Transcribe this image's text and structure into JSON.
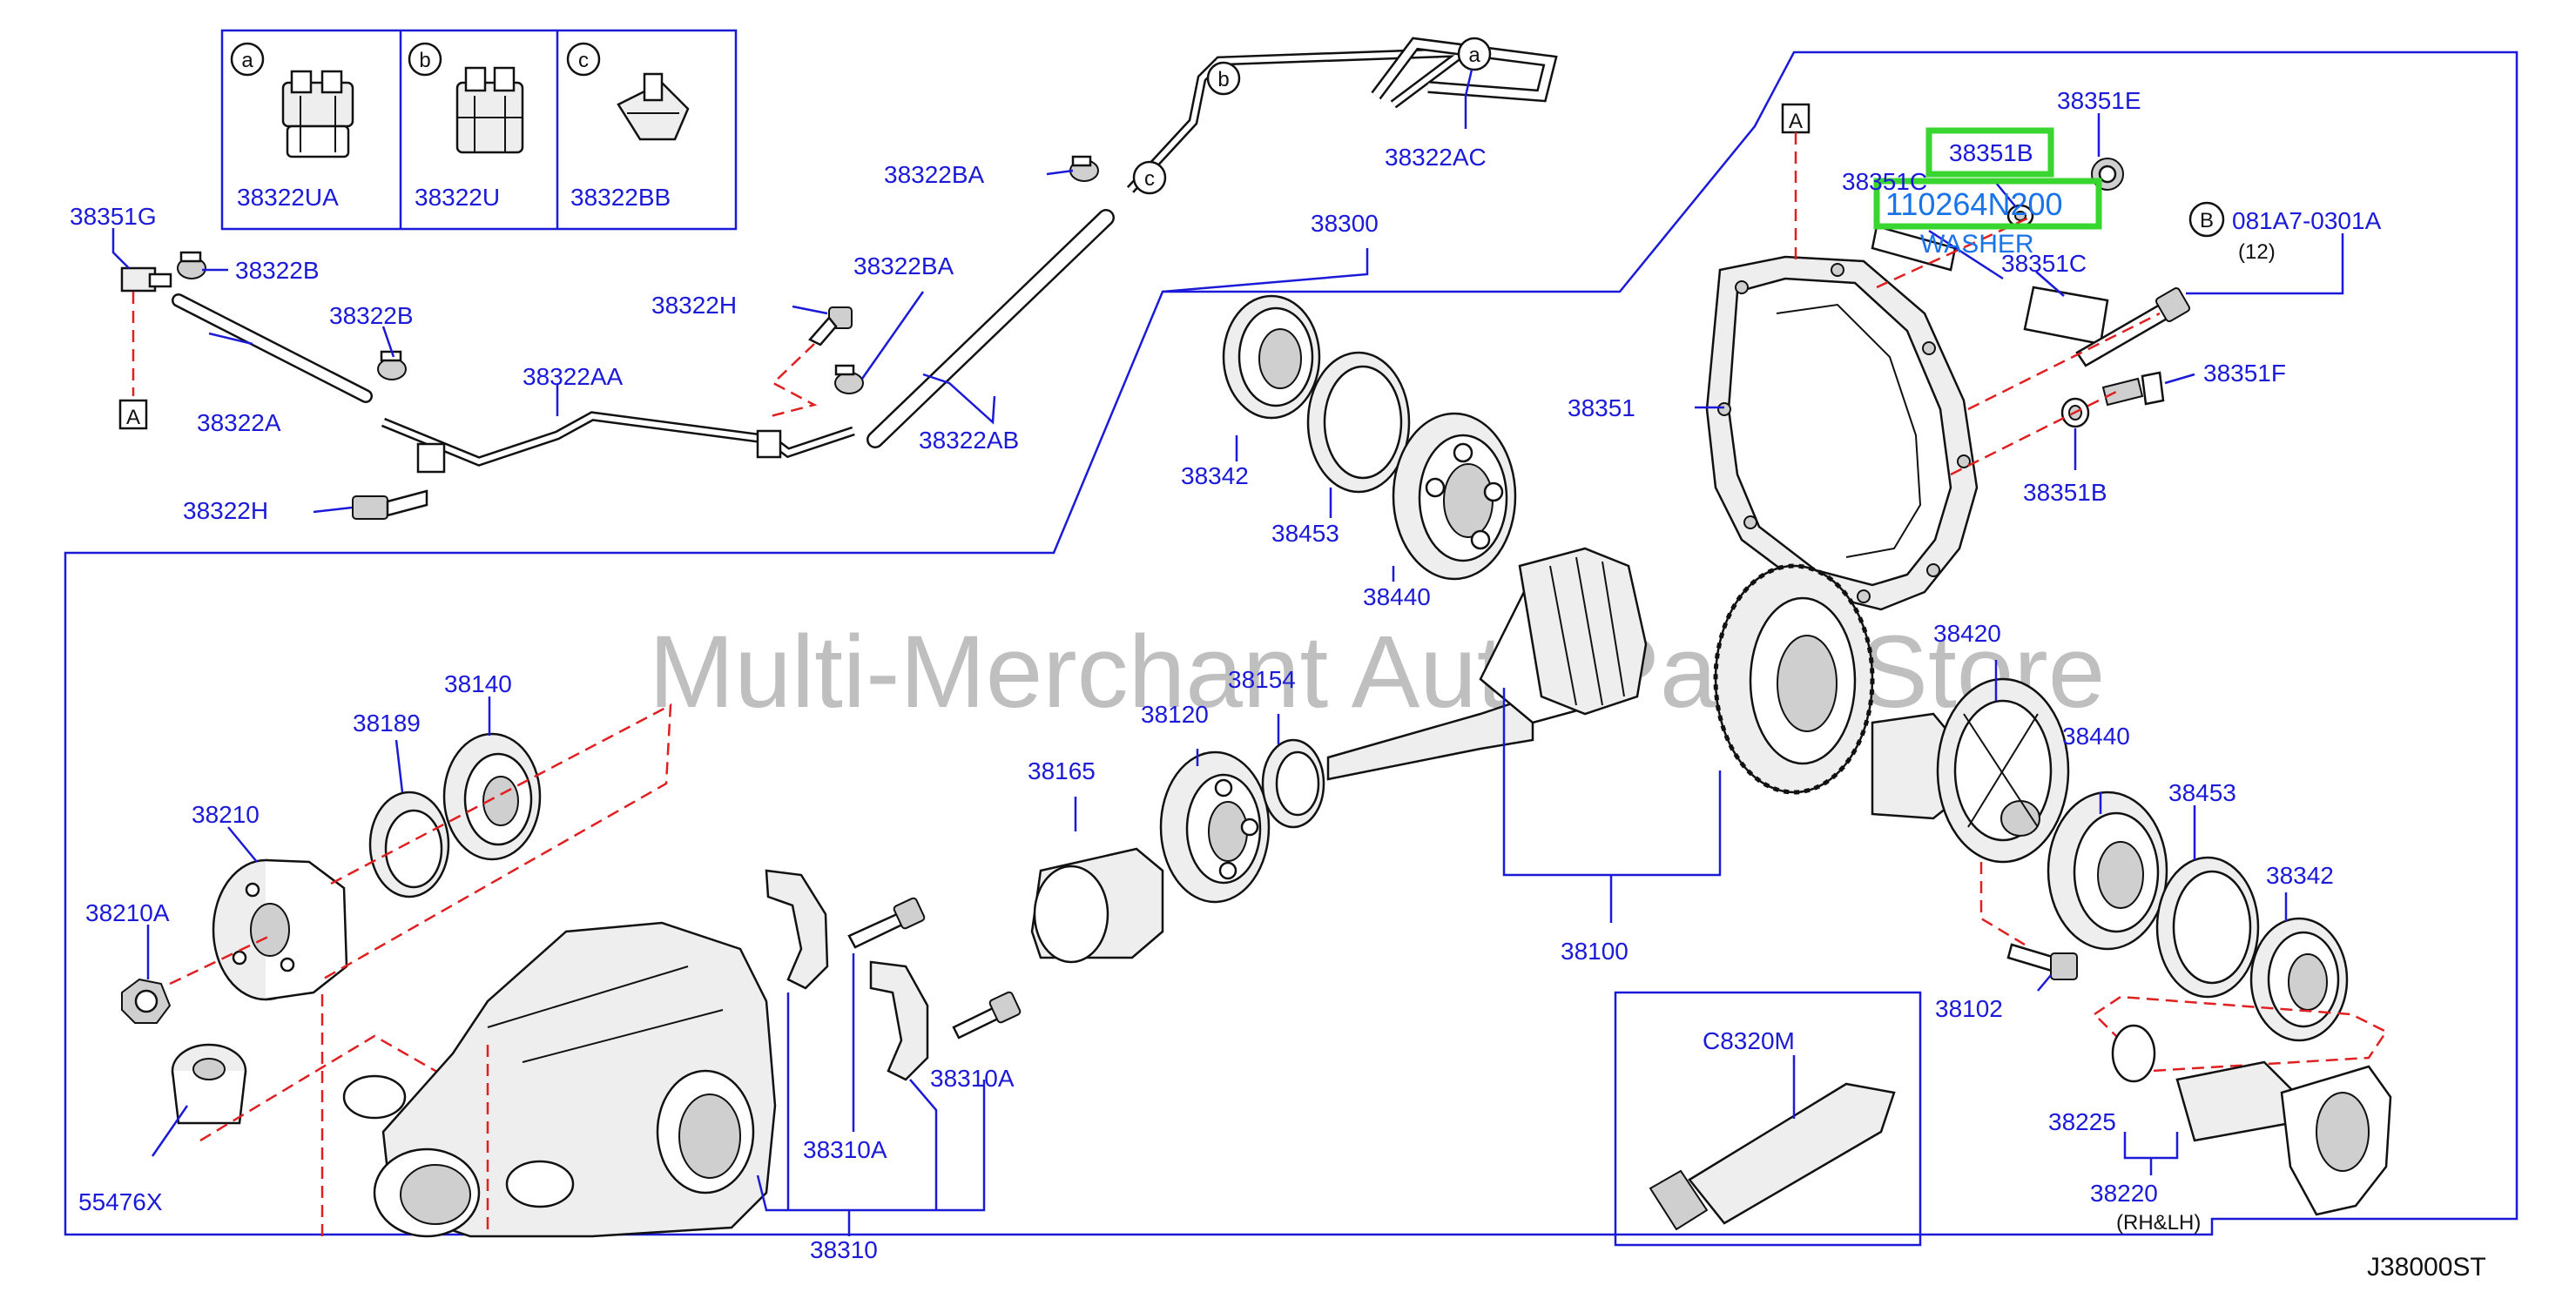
{
  "watermark": "Multi-Merchant Auto Parts Store",
  "diagram_code": "J38000ST",
  "highlight": {
    "part_number": "110264N200",
    "description": "WASHER",
    "boxed_label": "38351B"
  },
  "clip_legend": [
    {
      "letter": "a",
      "part": "38322UA"
    },
    {
      "letter": "b",
      "part": "38322U"
    },
    {
      "letter": "c",
      "part": "38322BB"
    }
  ],
  "refs": {
    "A": "A",
    "B": "B",
    "a": "a",
    "b": "b",
    "c": "c"
  },
  "labels": {
    "p38351G": "38351G",
    "p38322B_1": "38322B",
    "p38322B_2": "38322B",
    "p38322A": "38322A",
    "p38322H_1": "38322H",
    "p38322H_2": "38322H",
    "p38322AA": "38322AA",
    "p38322BA_1": "38322BA",
    "p38322BA_2": "38322BA",
    "p38322AB": "38322AB",
    "p38322AC": "38322AC",
    "p38300": "38300",
    "p38342_1": "38342",
    "p38342_2": "38342",
    "p38453_1": "38453",
    "p38453_2": "38453",
    "p38440_1": "38440",
    "p38440_2": "38440",
    "p38351": "38351",
    "p38351C_1": "38351C",
    "p38351C_2": "38351C",
    "p38351E": "38351E",
    "p38351B_2": "38351B",
    "p38351F": "38351F",
    "p081A7": "081A7-0301A",
    "qty12": "(12)",
    "p38140": "38140",
    "p38189": "38189",
    "p38210": "38210",
    "p38210A": "38210A",
    "p55476X": "55476X",
    "p38165": "38165",
    "p38120": "38120",
    "p38154": "38154",
    "p38100": "38100",
    "p38420": "38420",
    "p38102": "38102",
    "p38310A_1": "38310A",
    "p38310A_2": "38310A",
    "p38310": "38310",
    "pC8320M": "C8320M",
    "p38225": "38225",
    "p38220": "38220",
    "rhlh": "(RH&LH)"
  }
}
